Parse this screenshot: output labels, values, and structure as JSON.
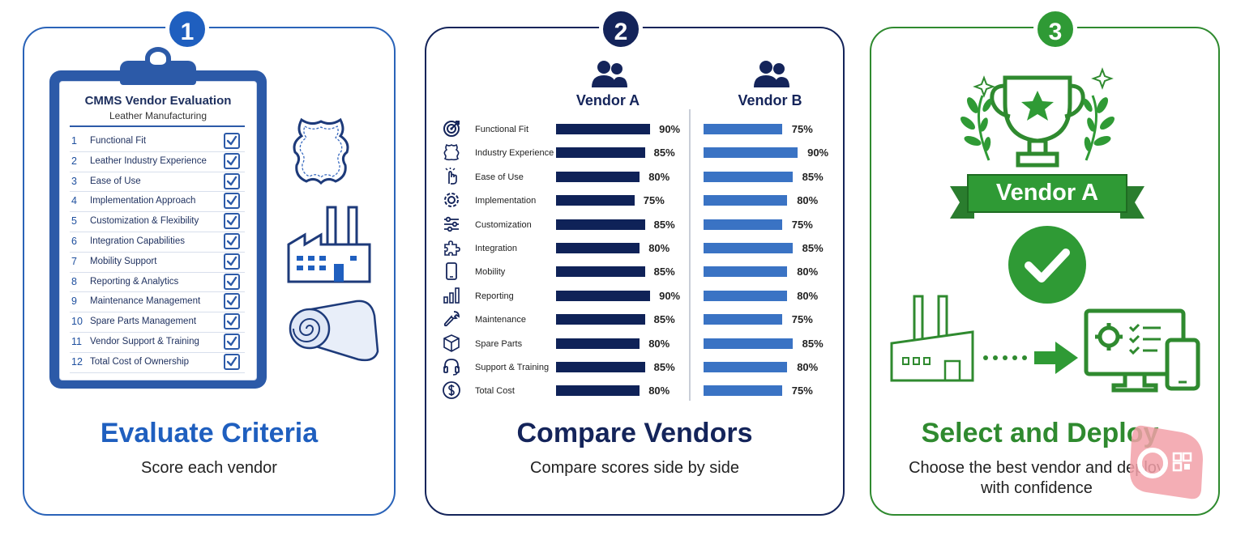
{
  "steps": [
    {
      "number": "1",
      "title": "Evaluate Criteria",
      "subtitle": "Score each vendor",
      "color": "#1f5fbf"
    },
    {
      "number": "2",
      "title": "Compare Vendors",
      "subtitle": "Compare scores side by side",
      "color": "#14245a"
    },
    {
      "number": "3",
      "title": "Select and Deploy",
      "subtitle_line1": "Choose the best vendor and deploy",
      "subtitle_line2": "with confidence",
      "color": "#2f9a35"
    }
  ],
  "clipboard": {
    "title": "CMMS Vendor Evaluation",
    "subtitle": "Leather Manufacturing",
    "criteria": [
      {
        "num": "1",
        "label": "Functional Fit"
      },
      {
        "num": "2",
        "label": "Leather Industry Experience"
      },
      {
        "num": "3",
        "label": "Ease of Use"
      },
      {
        "num": "4",
        "label": "Implementation Approach"
      },
      {
        "num": "5",
        "label": "Customization & Flexibility"
      },
      {
        "num": "6",
        "label": "Integration Capabilities"
      },
      {
        "num": "7",
        "label": "Mobility Support"
      },
      {
        "num": "8",
        "label": "Reporting & Analytics"
      },
      {
        "num": "9",
        "label": "Maintenance Management"
      },
      {
        "num": "10",
        "label": "Spare Parts Management"
      },
      {
        "num": "11",
        "label": "Vendor Support & Training"
      },
      {
        "num": "12",
        "label": "Total Cost of Ownership"
      }
    ]
  },
  "comparison": {
    "vendor_a": "Vendor A",
    "vendor_b": "Vendor B",
    "rows": [
      {
        "label": "Functional Fit",
        "icon": "target-icon",
        "a": 90,
        "b": 75
      },
      {
        "label": "Industry Experience",
        "icon": "leather-hide-icon",
        "a": 85,
        "b": 90
      },
      {
        "label": "Ease of Use",
        "icon": "pointer-hand-icon",
        "a": 80,
        "b": 85
      },
      {
        "label": "Implementation",
        "icon": "gear-icon",
        "a": 75,
        "b": 80
      },
      {
        "label": "Customization",
        "icon": "sliders-icon",
        "a": 85,
        "b": 75
      },
      {
        "label": "Integration",
        "icon": "puzzle-icon",
        "a": 80,
        "b": 85
      },
      {
        "label": "Mobility",
        "icon": "phone-icon",
        "a": 85,
        "b": 80
      },
      {
        "label": "Reporting",
        "icon": "bar-chart-icon",
        "a": 90,
        "b": 80
      },
      {
        "label": "Maintenance",
        "icon": "wrench-icon",
        "a": 85,
        "b": 75
      },
      {
        "label": "Spare Parts",
        "icon": "box-icon",
        "a": 80,
        "b": 85
      },
      {
        "label": "Support & Training",
        "icon": "headset-icon",
        "a": 85,
        "b": 80
      },
      {
        "label": "Total Cost",
        "icon": "dollar-icon",
        "a": 80,
        "b": 75
      }
    ]
  },
  "winner": {
    "label": "Vendor A"
  }
}
